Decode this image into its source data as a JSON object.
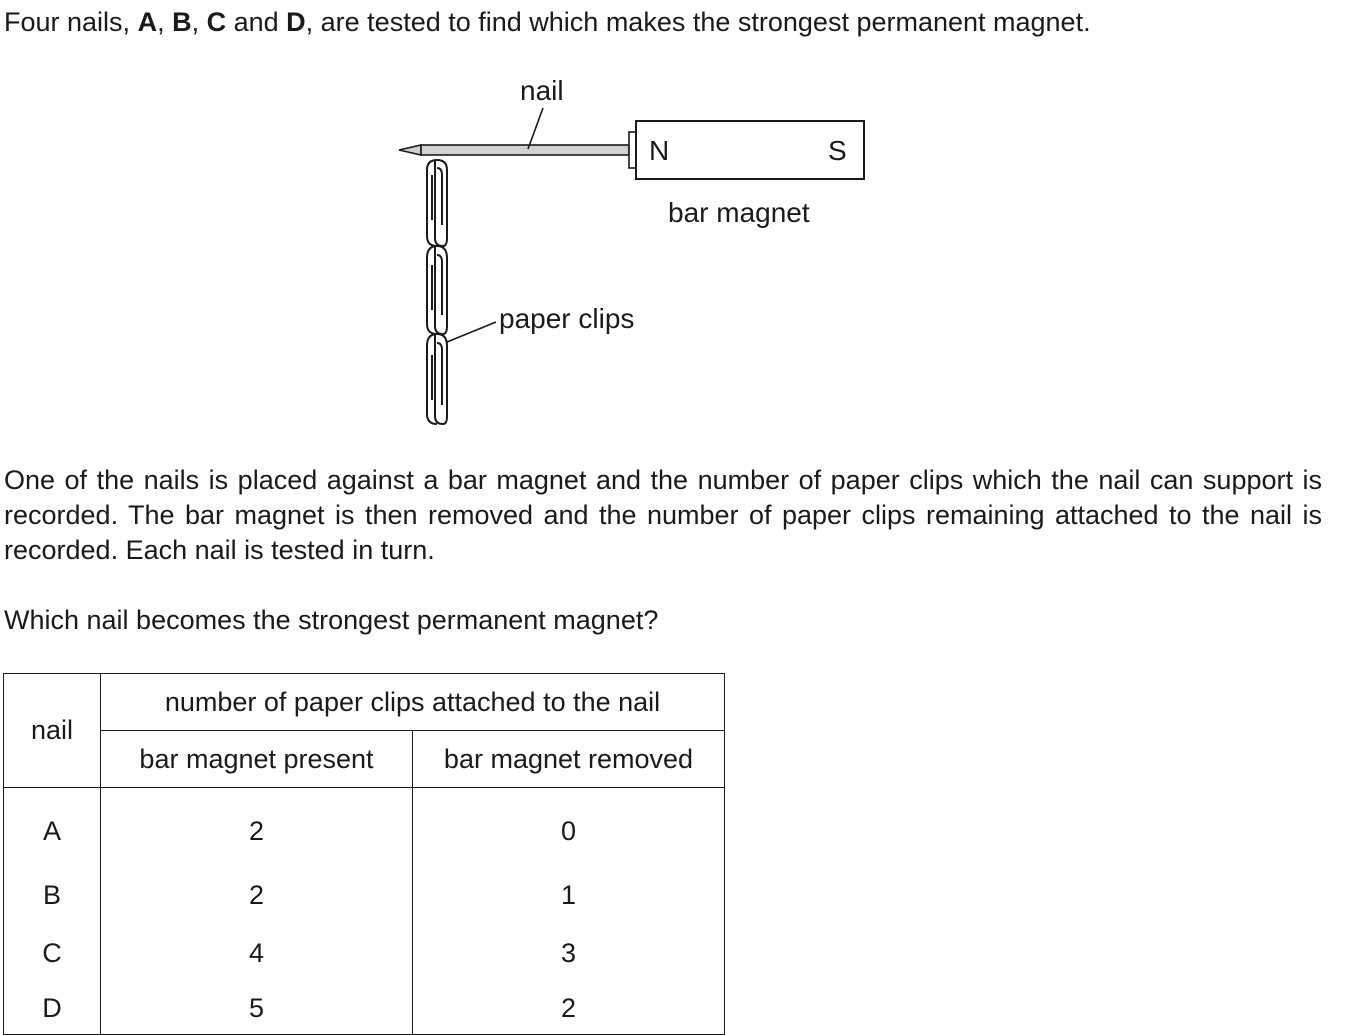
{
  "question": {
    "intro": {
      "prefix": "Four nails, ",
      "nail_a": "A",
      "sep1": ", ",
      "nail_b": "B",
      "sep2": ", ",
      "nail_c": "C",
      "sep3": " and ",
      "nail_d": "D",
      "suffix": ", are tested to find which makes the strongest permanent magnet."
    },
    "paragraph": "One of the nails is placed against a bar magnet and the number of paper clips which the nail can support is recorded. The bar magnet is then removed and the number of paper clips remaining attached to the nail is recorded. Each nail is tested in turn.",
    "prompt": "Which nail becomes the strongest permanent magnet?"
  },
  "diagram": {
    "nail_label": "nail",
    "magnet_north": "N",
    "magnet_south": "S",
    "magnet_label": "bar magnet",
    "clips_label": "paper clips"
  },
  "table": {
    "col_nail": "nail",
    "group_header": "number of paper clips attached to the nail",
    "col_present": "bar magnet present",
    "col_removed": "bar magnet removed",
    "rows": [
      {
        "nail": "A",
        "present": "2",
        "removed": "0"
      },
      {
        "nail": "B",
        "present": "2",
        "removed": "1"
      },
      {
        "nail": "C",
        "present": "4",
        "removed": "3"
      },
      {
        "nail": "D",
        "present": "5",
        "removed": "2"
      }
    ]
  }
}
